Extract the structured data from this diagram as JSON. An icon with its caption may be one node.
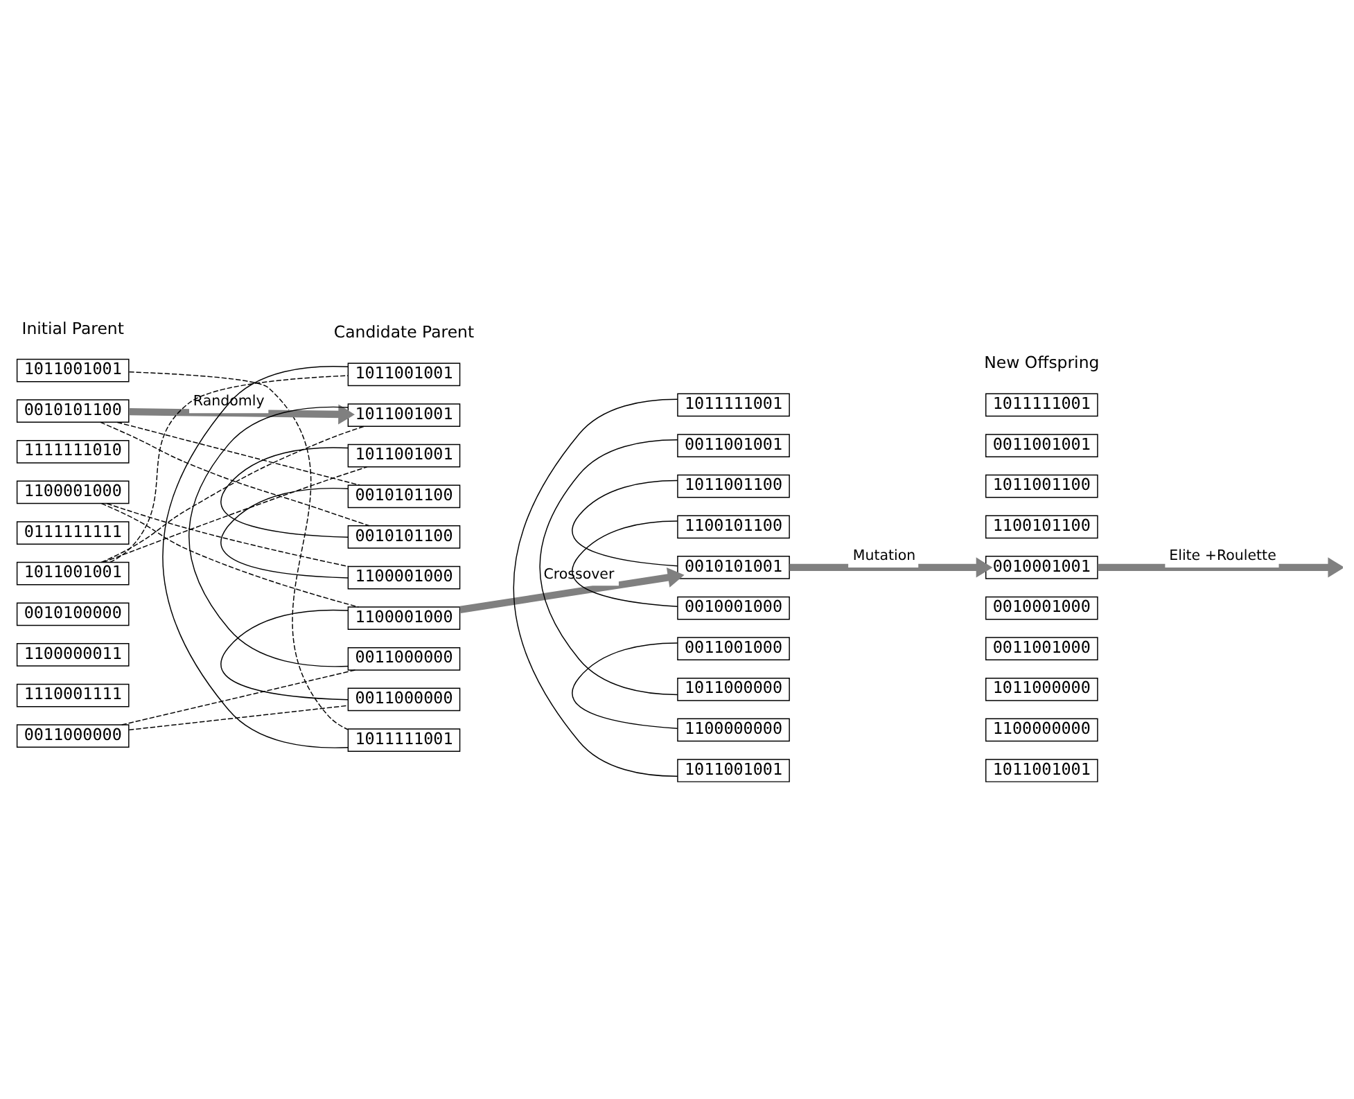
{
  "diagram": {
    "nodes": [
      {
        "text": [
          "1011001001"
        ]
      },
      {
        "text": [
          "0010101100"
        ]
      },
      {
        "text": [
          "1111111010"
        ]
      },
      {
        "text": [
          "1100001000"
        ]
      },
      {
        "text": [
          "0111111111"
        ]
      },
      {
        "text": [
          "1011001001"
        ]
      },
      {
        "text": [
          "0010100000"
        ]
      },
      {
        "text": [
          "1100000011"
        ]
      },
      {
        "text": [
          "1110001111"
        ]
      },
      {
        "text": [
          "0011000000"
        ]
      },
      {
        "text": [
          "1011001001"
        ]
      },
      {
        "text": [
          "1011001001"
        ]
      },
      {
        "text": [
          "1011001001"
        ]
      },
      {
        "text": [
          "0010101100"
        ]
      },
      {
        "text": [
          "0010101100"
        ]
      },
      {
        "text": [
          "1100001000"
        ]
      },
      {
        "text": [
          "1100001000"
        ]
      },
      {
        "text": [
          "0011000000"
        ]
      },
      {
        "text": [
          "0011000000"
        ]
      },
      {
        "text": [
          "1011111001"
        ]
      },
      {
        "text": [
          "1011111001"
        ]
      },
      {
        "text": [
          "0011001001"
        ]
      },
      {
        "text": [
          "1011001100"
        ]
      },
      {
        "text": [
          "1100101100"
        ]
      },
      {
        "text": [
          "0010101001"
        ]
      },
      {
        "text": [
          "0010001000"
        ]
      },
      {
        "text": [
          "0011001000"
        ]
      },
      {
        "text": [
          "1011000000"
        ]
      },
      {
        "text": [
          "1100000000"
        ]
      },
      {
        "text": [
          "1011001001"
        ]
      },
      {
        "text": [
          "1011111001"
        ]
      },
      {
        "text": [
          "0011001001"
        ]
      },
      {
        "text": [
          "1011001100"
        ]
      },
      {
        "text": [
          "1100101100"
        ]
      },
      {
        "text": [
          "0010001001"
        ]
      },
      {
        "text": [
          "0010001000"
        ]
      },
      {
        "text": [
          "0011001000"
        ]
      },
      {
        "text": [
          "1011000000"
        ]
      },
      {
        "text": [
          "1100000000"
        ]
      },
      {
        "text": [
          "1011001001"
        ]
      }
    ],
    "edges": [
      {
        "from": 0,
        "to": 19,
        "arrow": "none",
        "style": "dashed"
      },
      {
        "from": 1,
        "to": 13,
        "arrow": "none",
        "style": "dashed"
      },
      {
        "from": 1,
        "to": 14,
        "arrow": "none",
        "style": "dashed"
      },
      {
        "from": 3,
        "to": 15,
        "arrow": "none",
        "style": "dashed"
      },
      {
        "from": 3,
        "to": 16,
        "arrow": "none",
        "style": "dashed"
      },
      {
        "from": 5,
        "to": 10,
        "arrow": "none",
        "style": "dashed"
      },
      {
        "from": 5,
        "to": 11,
        "arrow": "none",
        "style": "dashed"
      },
      {
        "from": 5,
        "to": 12,
        "arrow": "none",
        "style": "dashed"
      },
      {
        "from": 9,
        "to": 17,
        "arrow": "none",
        "style": "dashed"
      },
      {
        "from": 9,
        "to": 18,
        "arrow": "none",
        "style": "dashed"
      },
      {
        "from": 10,
        "to": 19,
        "arrow": "none"
      },
      {
        "from": 11,
        "to": 17,
        "arrow": "none"
      },
      {
        "from": 12,
        "to": 14,
        "arrow": "none"
      },
      {
        "from": 13,
        "to": 15,
        "arrow": "none"
      },
      {
        "from": 16,
        "to": 18,
        "arrow": "none"
      },
      {
        "from": 20,
        "to": 29,
        "arrow": "none"
      },
      {
        "from": 21,
        "to": 27,
        "arrow": "none"
      },
      {
        "from": 22,
        "to": 24,
        "arrow": "none"
      },
      {
        "from": 23,
        "to": 25,
        "arrow": "none"
      },
      {
        "from": 26,
        "to": 28,
        "arrow": "none"
      },
      {
        "from": 1,
        "to": 11,
        "arrow": "to",
        "label": "Randomly",
        "style": "thick",
        "color": "#808080"
      },
      {
        "from": 16,
        "to": 24,
        "arrow": "to",
        "label": "Crossover",
        "style": "thick",
        "color": "#808080"
      },
      {
        "from": 24,
        "to": 34,
        "arrow": "to",
        "label": "Mutation",
        "style": "thick",
        "color": "#808080"
      },
      {
        "from": 34,
        "to": null,
        "arrow": "to",
        "label": "Elite +Roulette",
        "style": "thick",
        "color": "#808080"
      }
    ],
    "labels": [
      "Initial Parent",
      "Candidate Parent",
      "New Offspring"
    ]
  }
}
